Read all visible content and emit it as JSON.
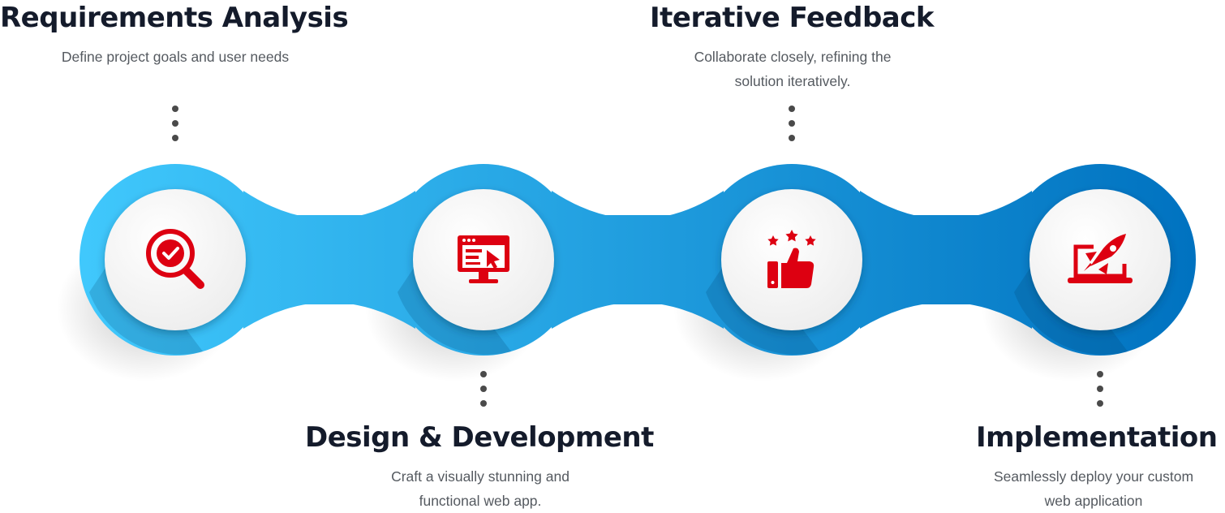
{
  "colors": {
    "band_start": "#40c8fc",
    "band_end": "#0072c0",
    "icon_red": "#dd0011",
    "title": "#141b2b",
    "text": "#555a60",
    "dots": "#4a4a4a"
  },
  "steps": [
    {
      "title": "Requirements Analysis",
      "description_lines": [
        "Define project goals and user needs"
      ],
      "icon": "magnifier-check-icon",
      "label_position": "above"
    },
    {
      "title": "Design & Development",
      "description_lines": [
        "Craft a visually stunning and",
        "functional web app."
      ],
      "icon": "monitor-design-icon",
      "label_position": "below"
    },
    {
      "title": "Iterative Feedback",
      "description_lines": [
        "Collaborate closely, refining the",
        "solution iteratively."
      ],
      "icon": "thumbs-up-stars-icon",
      "label_position": "above"
    },
    {
      "title": "Implementation",
      "description_lines": [
        "Seamlessly deploy your custom",
        "web application"
      ],
      "icon": "laptop-rocket-icon",
      "label_position": "below"
    }
  ]
}
